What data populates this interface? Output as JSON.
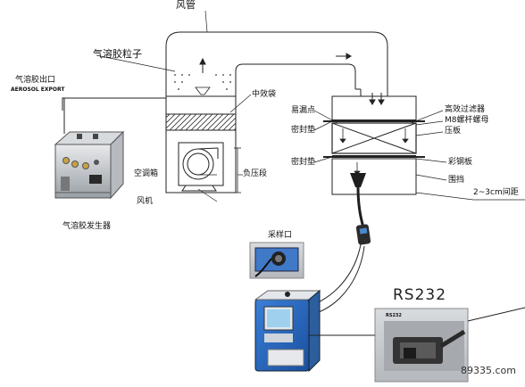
{
  "labels": {
    "air_duct": "风管",
    "aerosol_particles": "气溶胶粒子",
    "aerosol_outlet_cn": "气溶胶出口",
    "aerosol_outlet_en": "AEROSOL EXPORT",
    "medium_efficiency_filter": "中效袋",
    "leak_point": "易漏点",
    "sealing_gasket_top": "密封垫",
    "sealing_gasket_bottom": "密封垫",
    "hepa_filter": "高效过滤器",
    "m8_bolt_nut": "M8螺杆螺母",
    "pressure_plate": "压板",
    "color_steel_plate": "彩钢板",
    "enclosure": "围挡",
    "ahu": "空调箱",
    "negative_pressure_section": "负压段",
    "fan": "风机",
    "aerosol_generator": "气溶胶发生器",
    "distance": "2~3cm间距",
    "sampling_port": "采样口",
    "rs232_title": "RS232",
    "rs232_plate": "RS232",
    "watermark": "89335.com"
  }
}
